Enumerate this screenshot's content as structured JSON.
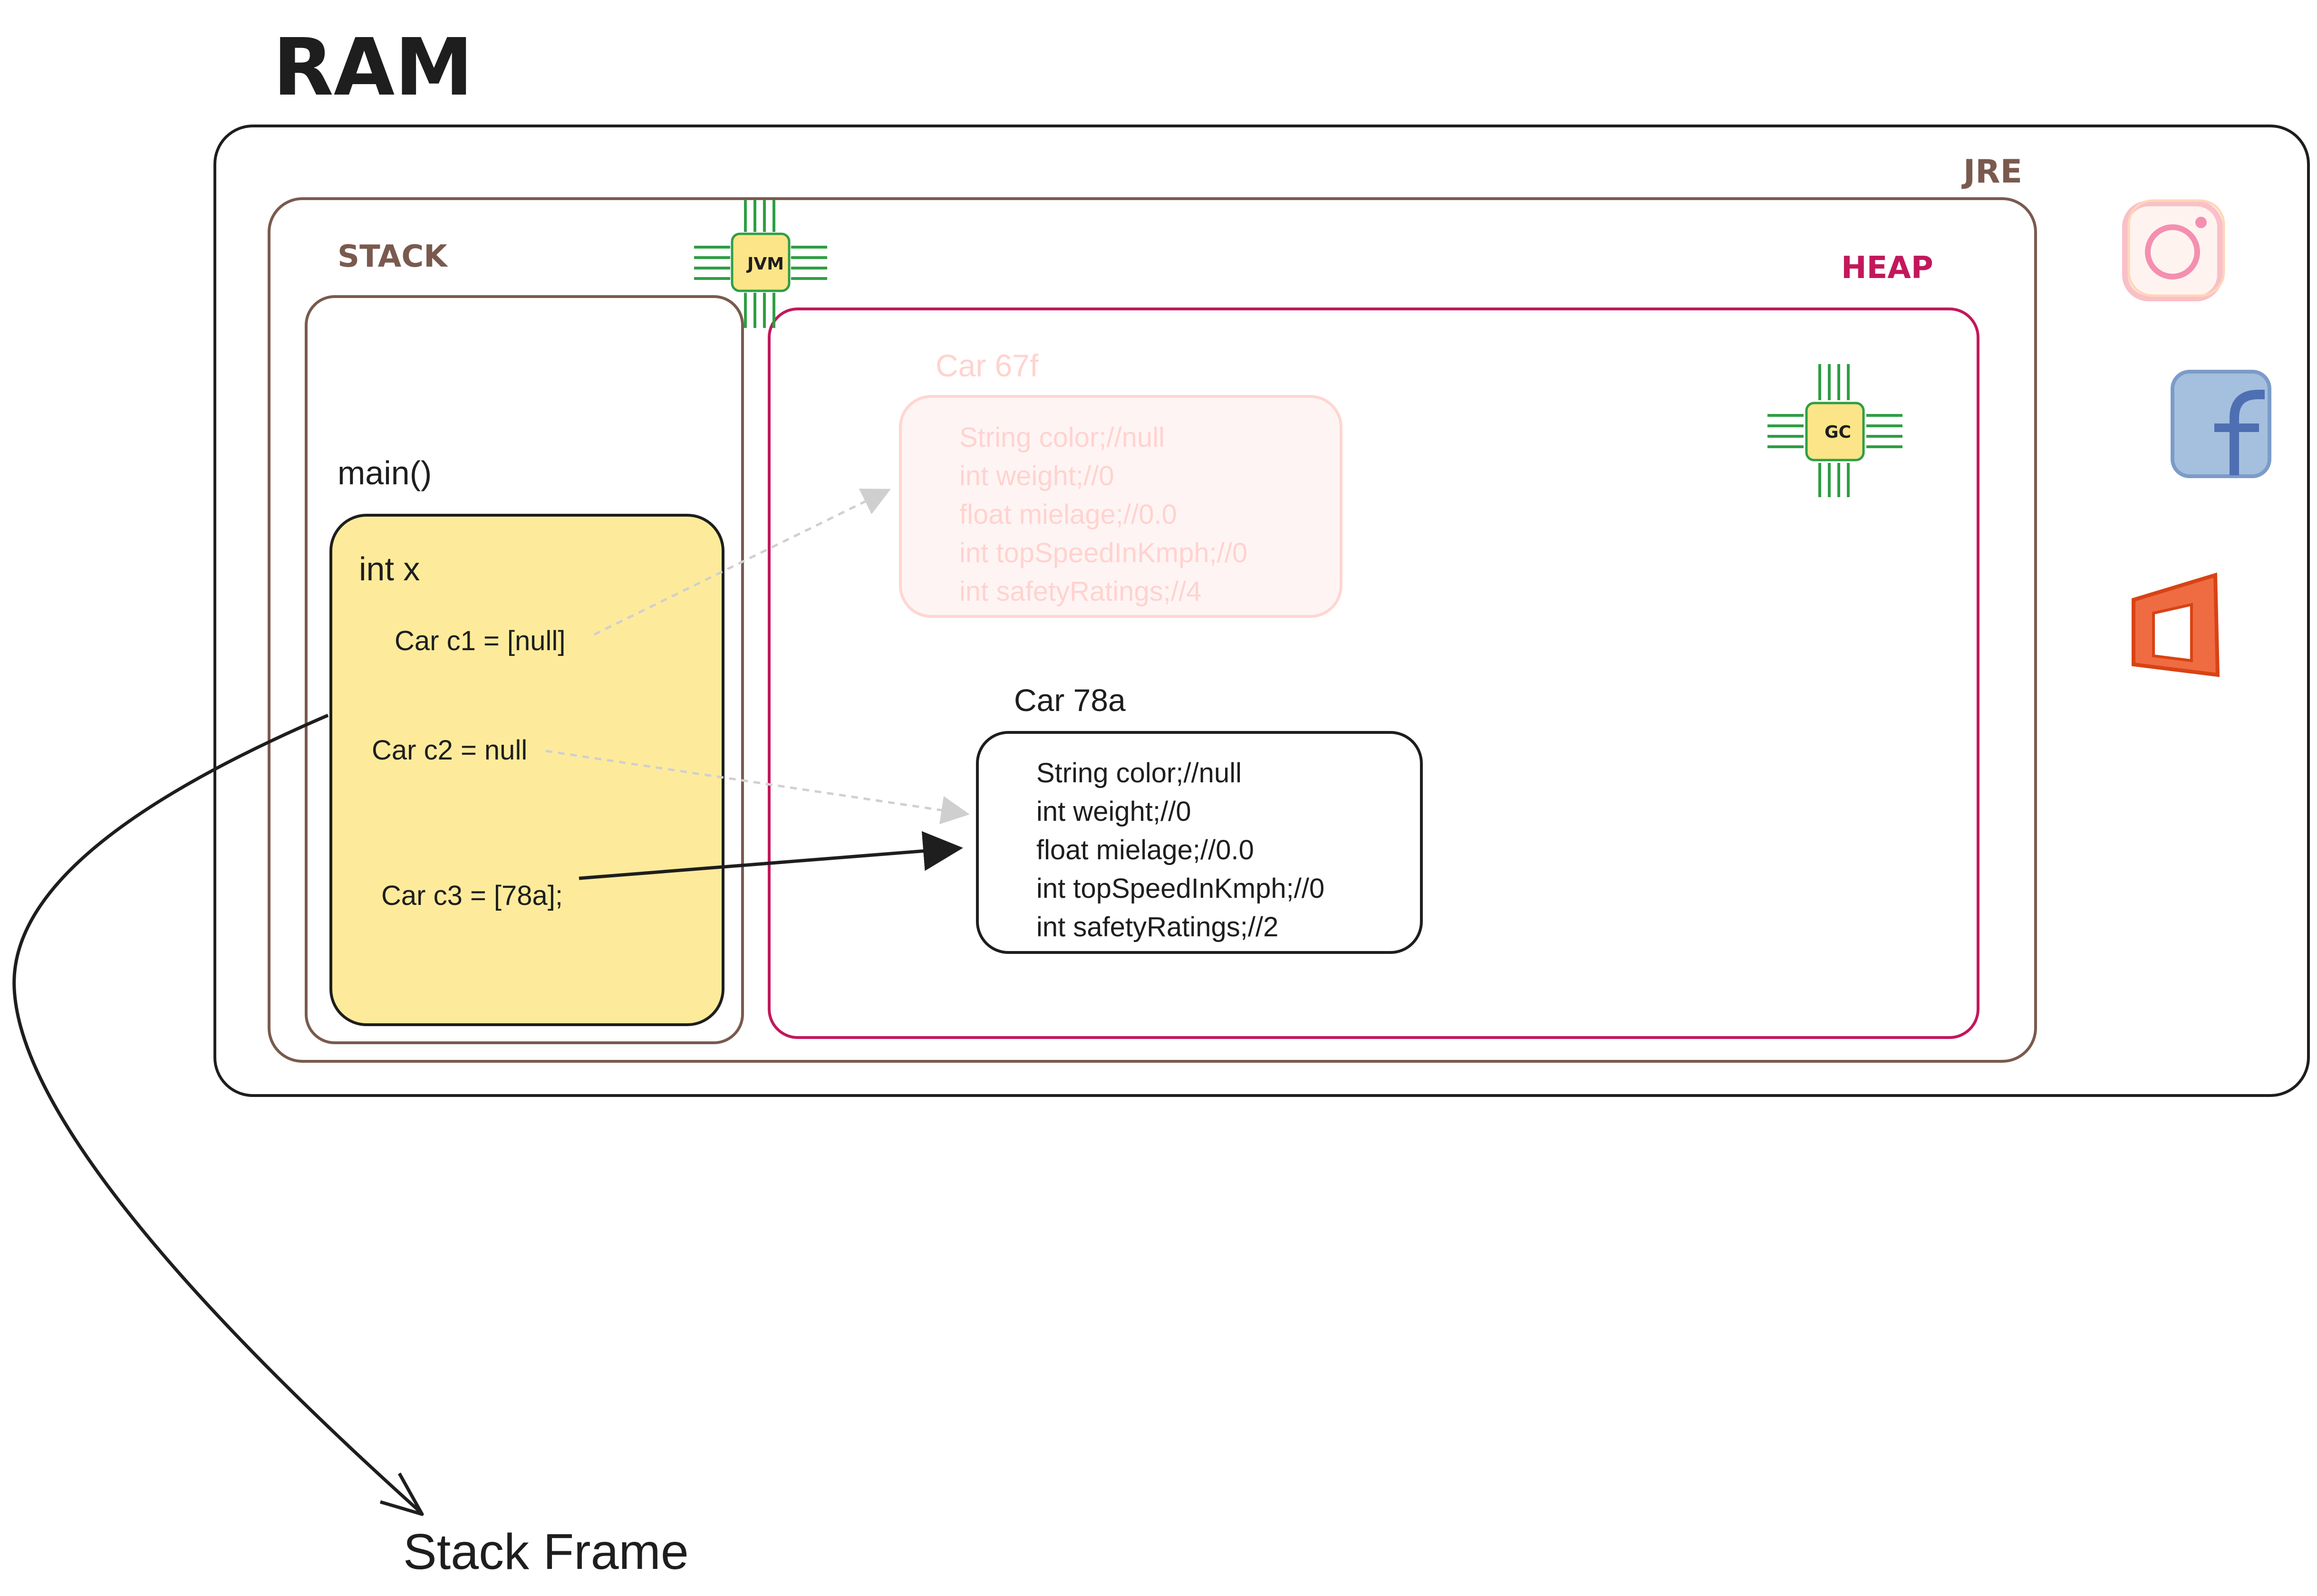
{
  "title": "RAM",
  "jre": {
    "label": "JRE"
  },
  "stack": {
    "label": "STACK",
    "method": "main()",
    "frame": {
      "var_x": "int x",
      "c1": "Car c1 = [null]",
      "c2": "Car c2 = null",
      "c3": "Car c3 = [78a];"
    }
  },
  "heap": {
    "label": "HEAP",
    "objects": [
      {
        "id": "Car 67f",
        "faded": true,
        "fields": [
          "String color;//null",
          "int weight;//0",
          "float mielage;//0.0",
          "int topSpeedInKmph;//0",
          "int safetyRatings;//4"
        ]
      },
      {
        "id": "Car 78a",
        "faded": false,
        "fields": [
          "String color;//null",
          "int weight;//0",
          "float mielage;//0.0",
          "int topSpeedInKmph;//0",
          "int safetyRatings;//2"
        ]
      }
    ]
  },
  "chips": {
    "jvm": "JVM",
    "gc": "GC"
  },
  "callout": "Stack Frame",
  "icons": [
    "instagram-icon",
    "facebook-icon",
    "office-icon"
  ],
  "colors": {
    "stack_border": "#7a5a4e",
    "heap_border": "#c2185b",
    "frame_fill": "#fdeb9b",
    "chip_fill": "#fce588",
    "chip_pins": "#2f9e44",
    "faded_object": "#ffc9c9"
  }
}
